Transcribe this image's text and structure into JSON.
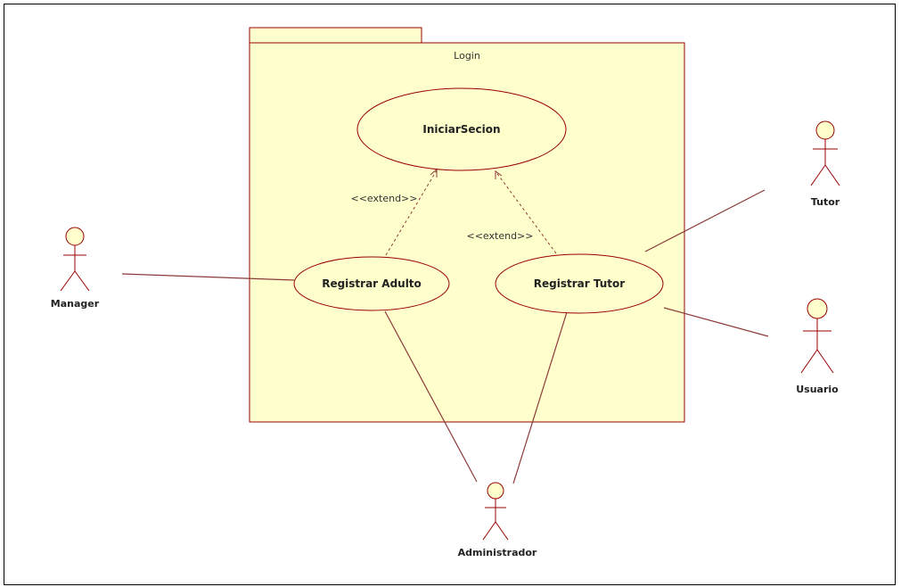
{
  "diagram": {
    "colors": {
      "fill": "#ffffcc",
      "stroke": "#990000",
      "package_fill": "#ffffcc",
      "actor_head_fill": "#ffffcc",
      "line": "#8b3a3a",
      "frame": "#000000"
    },
    "package": {
      "name": "Login"
    },
    "use_cases": {
      "iniciar": "IniciarSecion",
      "registrar_adulto": "Registrar Adulto",
      "registrar_tutor": "Registrar Tutor"
    },
    "actors": {
      "manager": "Manager",
      "tutor": "Tutor",
      "usuario": "Usuario",
      "administrador": "Administrador"
    },
    "relationships": {
      "extend_adulto": "<<extend>>",
      "extend_tutor": "<<extend>>"
    }
  }
}
